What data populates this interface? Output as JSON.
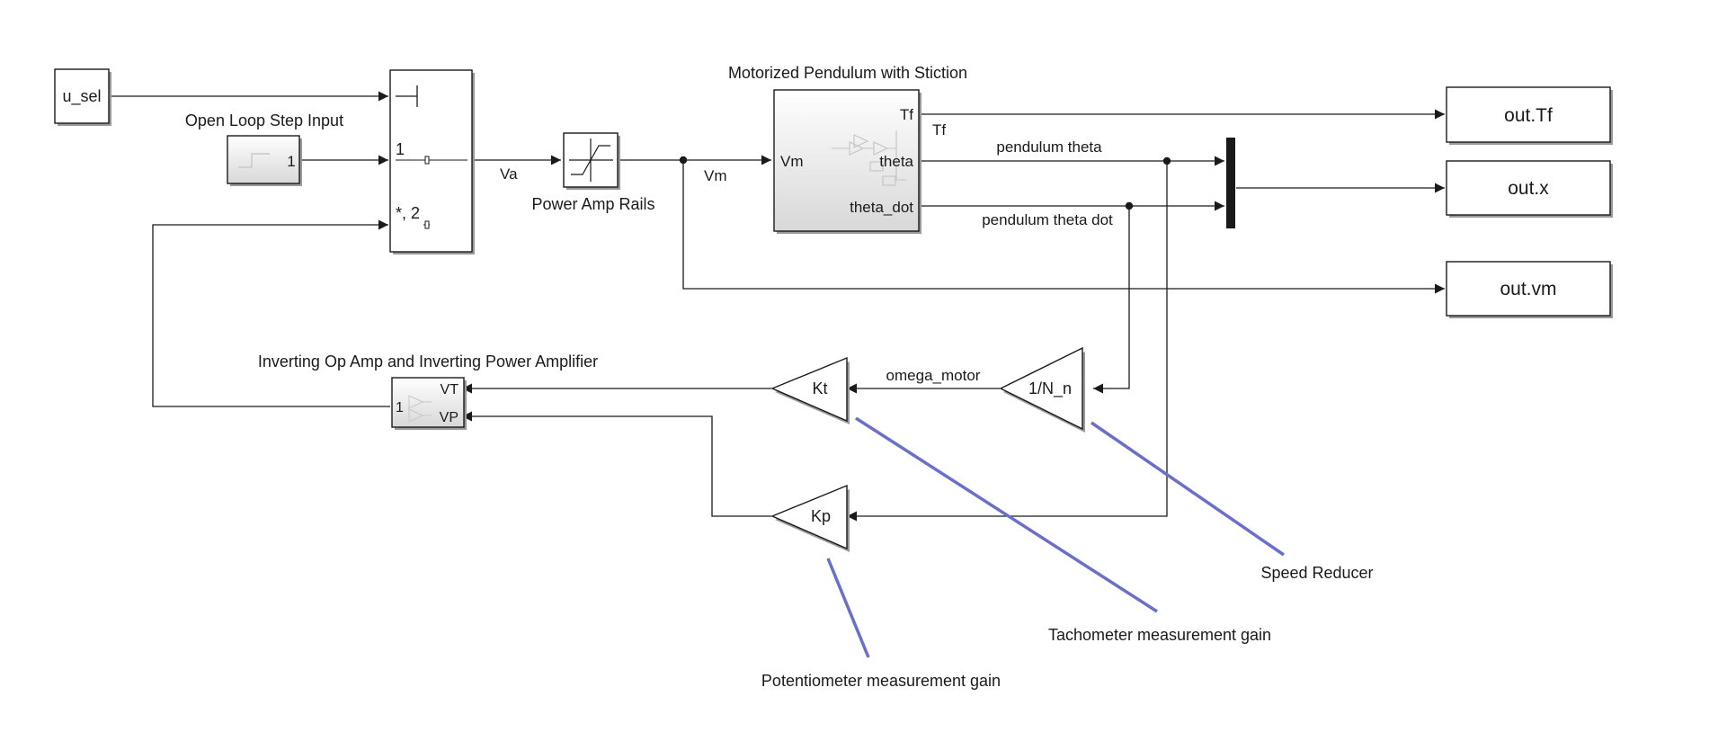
{
  "blocks": {
    "u_sel": "u_sel",
    "step_title": "Open Loop Step Input",
    "step_value": "1",
    "switch_port_1": "1",
    "switch_port_2": "*, 2",
    "sat_label": "Power Amp Rails",
    "pend_title": "Motorized Pendulum with Stiction",
    "pend_in": "Vm",
    "pend_out_tf": "Tf",
    "pend_out_theta": "theta",
    "pend_out_thetadot": "theta_dot",
    "out_tf": "out.Tf",
    "out_x": "out.x",
    "out_vm": "out.vm",
    "amp_title": "Inverting Op Amp and Inverting Power Amplifier",
    "amp_in": "1",
    "amp_vt": "VT",
    "amp_vp": "VP",
    "kt": "Kt",
    "nn": "1/N_n",
    "kp": "Kp"
  },
  "signals": {
    "va": "Va",
    "vm": "Vm",
    "tf": "Tf",
    "theta": "pendulum theta",
    "thetadot": "pendulum theta dot",
    "omega": "omega_motor"
  },
  "annotations": {
    "speed_reducer": "Speed Reducer",
    "tach": "Tachometer measurement gain",
    "pot": "Potentiometer measurement gain"
  },
  "colors": {
    "annotation_line": "#6a6fc8"
  }
}
